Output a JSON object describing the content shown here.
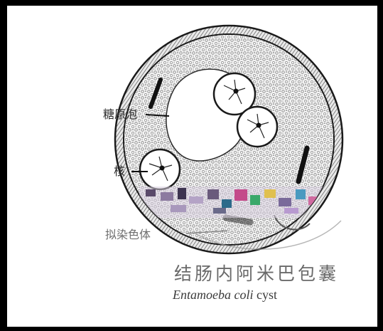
{
  "labels": {
    "glycogen_vacuole": "糖原泡",
    "nucleus": "核",
    "chromatoid_body": "拟染色体"
  },
  "caption": {
    "chinese": "结肠内阿米巴包囊",
    "scientific_name": "Entamoeba coli",
    "english_suffix": "cyst"
  },
  "colors": {
    "ink": "#1a1a1a",
    "background": "#ffffff",
    "caption_gray": "#6a6a6a"
  }
}
